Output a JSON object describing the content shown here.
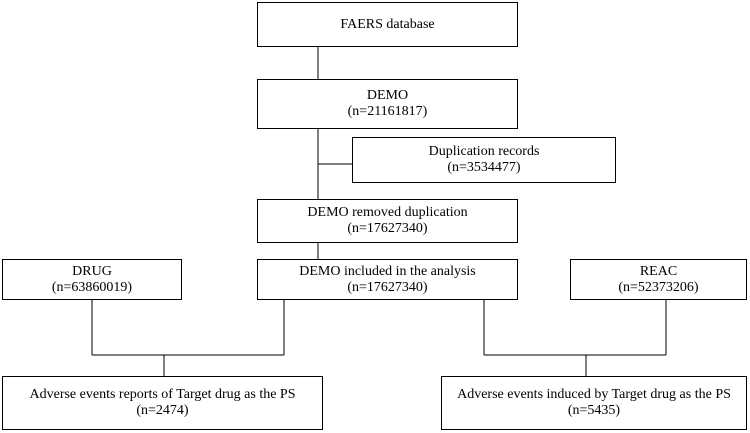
{
  "flowchart": {
    "faers": {
      "title": "FAERS database"
    },
    "demo": {
      "title": "DEMO",
      "count": "(n=21161817)"
    },
    "duplication": {
      "title": "Duplication records",
      "count": "(n=3534477)"
    },
    "demo_removed": {
      "title": "DEMO removed duplication",
      "count": "(n=17627340)"
    },
    "drug": {
      "title": "DRUG",
      "count": "(n=63860019)"
    },
    "demo_included": {
      "title": "DEMO included in the analysis",
      "count": "(n=17627340)"
    },
    "reac": {
      "title": "REAC",
      "count": "(n=52373206)"
    },
    "ae_reports": {
      "title": "Adverse events reports of Target drug as the PS",
      "count": "(n=2474)"
    },
    "ae_induced": {
      "title": "Adverse events induced by Target drug as the PS",
      "count": "(n=5435)"
    }
  }
}
